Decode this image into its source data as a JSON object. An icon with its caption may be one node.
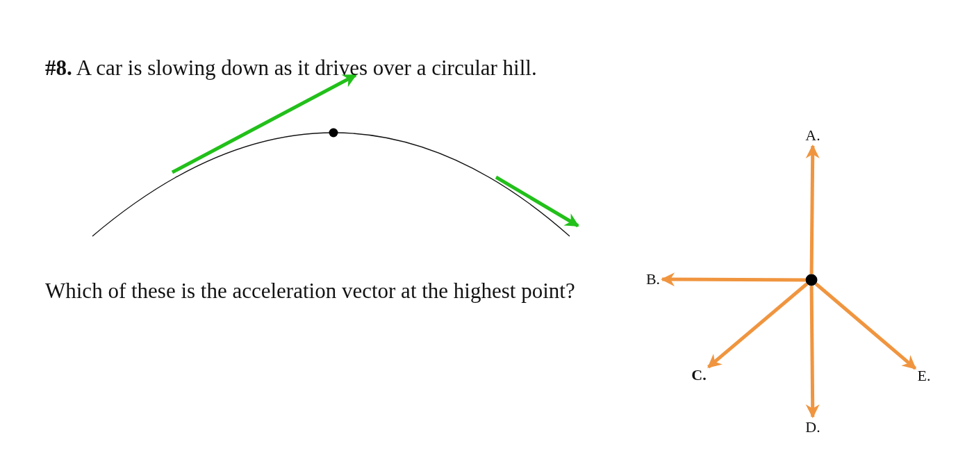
{
  "diagram": {
    "title": "**#8.** A car is slowing down as it drives over a circular hill.",
    "nodes": [
      {
        "text": [],
        "shape": "circle"
      },
      {
        "text": [
          "A."
        ]
      },
      {
        "text": [
          "B."
        ]
      },
      {
        "text": [
          "C."
        ]
      },
      {
        "text": [
          "D."
        ]
      },
      {
        "text": [
          "E."
        ]
      }
    ],
    "edges": [
      {
        "from": 0,
        "to": 1,
        "arrow": "to"
      },
      {
        "from": 0,
        "to": 2,
        "arrow": "to"
      },
      {
        "from": 0,
        "to": 3,
        "arrow": "to"
      },
      {
        "from": 0,
        "to": 4,
        "arrow": "to"
      },
      {
        "from": 0,
        "to": 5,
        "arrow": "to"
      }
    ],
    "labels": [
      "Which of these is the acceleration vector at the highest point?"
    ]
  }
}
